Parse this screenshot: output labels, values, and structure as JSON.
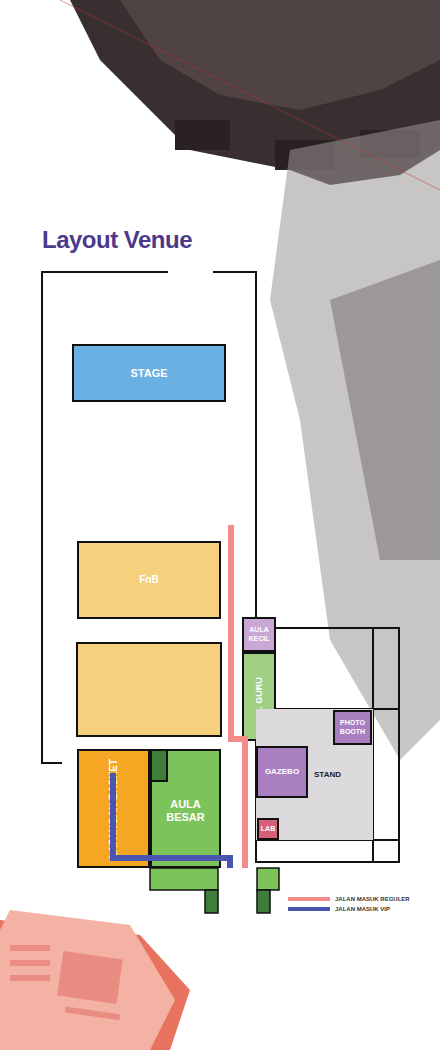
{
  "diagram": {
    "title": "Layout Venue",
    "nodes": [
      {
        "text": [
          "STAGE"
        ]
      },
      {
        "text": [
          "FnB"
        ]
      },
      {
        "text": [
          "LAPANGAN BASKET"
        ]
      },
      {
        "text": [
          "AULA BESAR"
        ]
      },
      {
        "text": [
          "AULA KECIL"
        ]
      },
      {
        "text": [
          "R. GURU"
        ]
      },
      {
        "text": [
          "STAND"
        ]
      },
      {
        "text": [
          "PHOTO BOOTH"
        ],
        "in": 6
      },
      {
        "text": [
          "GAZEBO"
        ],
        "in": 6
      },
      {
        "text": [
          "LAB"
        ]
      }
    ],
    "legend": [
      {
        "text": "JALAN MASUK REGULER",
        "color": "#f48b8b"
      },
      {
        "text": "JALAN MASUK VIP",
        "color": "#4a55b0"
      }
    ]
  }
}
